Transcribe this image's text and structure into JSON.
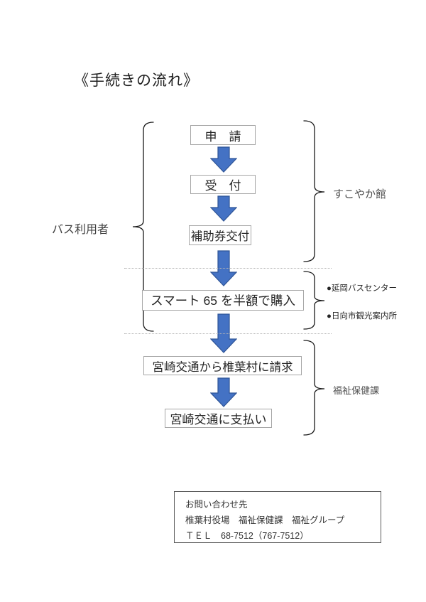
{
  "page": {
    "title": "《手続きの流れ》"
  },
  "flow": {
    "steps": [
      {
        "id": "application",
        "label": "申　請"
      },
      {
        "id": "reception",
        "label": "受　付"
      },
      {
        "id": "voucher-issue",
        "label": "補助券交付"
      },
      {
        "id": "half-price-buy",
        "label": "スマート 65 を半額で購入"
      },
      {
        "id": "billing",
        "label": "宮崎交通から椎葉村に請求"
      },
      {
        "id": "payment",
        "label": "宮崎交通に支払い"
      }
    ],
    "groups": {
      "left": {
        "label": "バス利用者"
      },
      "right_top": {
        "label": "すこやか館"
      },
      "right_middle": {
        "items": [
          "●延岡バスセンター",
          "●日向市観光案内所"
        ]
      },
      "right_bottom": {
        "label": "福祉保健課"
      }
    },
    "colors": {
      "arrow_fill": "#4472C4",
      "arrow_stroke": "#2F5597",
      "box_border": "#a6a6a6",
      "divider": "#b3b3b3"
    }
  },
  "contact": {
    "heading": "お問い合わせ先",
    "organization": "椎葉村役場　福祉保健課　福祉グループ",
    "tel": "ＴＥＬ　68-7512（767-7512）"
  }
}
